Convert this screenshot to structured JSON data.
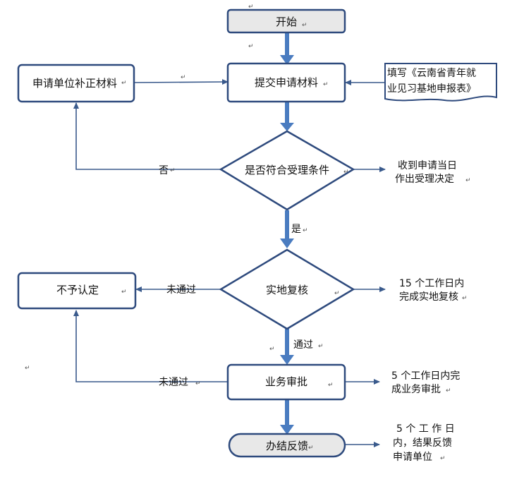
{
  "nodes": {
    "start": "开始",
    "submit": "提交申请材料",
    "supplement": "申请单位补正材料",
    "fill_form_line1": "填写《云南省青年就",
    "fill_form_line2": "业见习基地申报表》",
    "condition": "是否符合受理条件",
    "inspection": "实地复核",
    "reject": "不予认定",
    "review": "业务审批",
    "feedback": "办结反馈"
  },
  "edge_labels": {
    "no": "否",
    "yes": "是",
    "not_passed_1": "未通过",
    "not_passed_2": "未通过",
    "passed": "通过"
  },
  "notes": {
    "accept_line1": "收到申请当日",
    "accept_line2": "作出受理决定",
    "inspect_line1": "15 个工作日内",
    "inspect_line2": "完成实地复核",
    "review_line1": "5 个工作日内完",
    "review_line2": "成业务审批",
    "feedback_line1": "5  个 工 作 日",
    "feedback_line2": "内，结果反馈",
    "feedback_line3": "申请单位"
  },
  "colors": {
    "node_border": "#2e4a7d",
    "arrow": "#4a7cc0",
    "connector": "#3a5a8c",
    "start_fill": "#e8e8e8"
  }
}
